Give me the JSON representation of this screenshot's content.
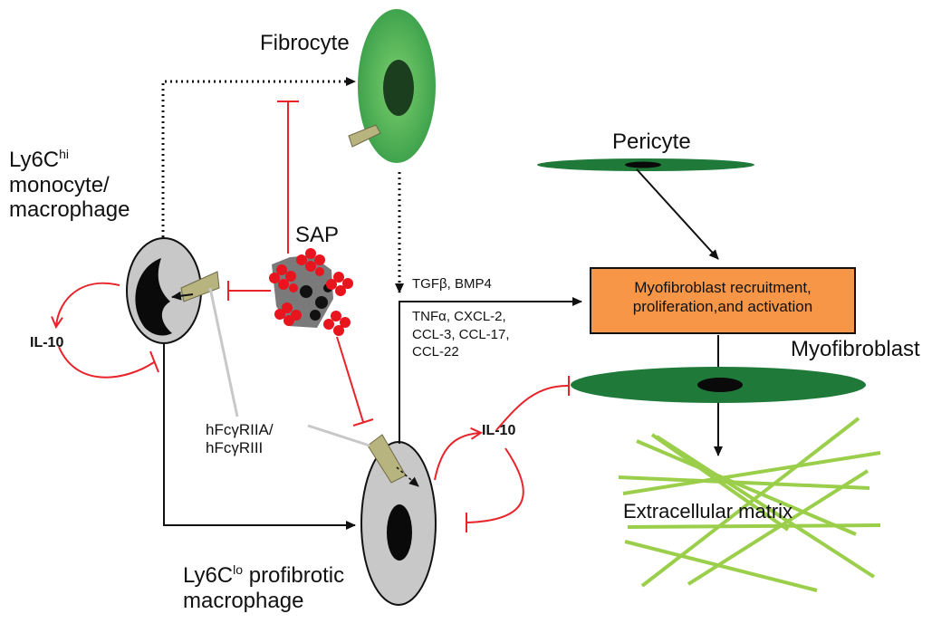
{
  "cells": {
    "fibrocyte": "Fibrocyte",
    "pericyte": "Pericyte",
    "myofibroblast": "Myofibroblast",
    "sap": "SAP",
    "ly6c_hi_prefix": "Ly6C",
    "ly6c_hi_sup": "hi",
    "ly6c_hi_line2": "monocyte/",
    "ly6c_hi_line3": "macrophage",
    "ly6c_lo_prefix": "Ly6C",
    "ly6c_lo_sup": "lo",
    "ly6c_lo_suffix": " profibrotic",
    "ly6c_lo_line2": "macrophage",
    "extracellular_matrix": "Extracellular matrix"
  },
  "labels": {
    "il10_left": "IL-10",
    "il10_right": "IL-10",
    "receptor_line1": "hFcγRIIA/",
    "receptor_line2": "hFcγRIII",
    "cytokines_line1": "TGFβ, BMP4",
    "cytokines_line2": "TNFα, CXCL-2,",
    "cytokines_line3": "CCL-3, CCL-17,",
    "cytokines_line4": "CCL-22"
  },
  "box": {
    "line1": "Myofibroblast recruitment,",
    "line2": "proliferation,and activation"
  },
  "colors": {
    "inhibition": "#e8232a",
    "fibrocyte": "#5cb85c",
    "myofibroblast": "#1f7a3a",
    "matrix": "#9bcf4b",
    "box": "#f79646",
    "sap_bead": "#e8141e",
    "macrophage": "#c8c8c8"
  }
}
